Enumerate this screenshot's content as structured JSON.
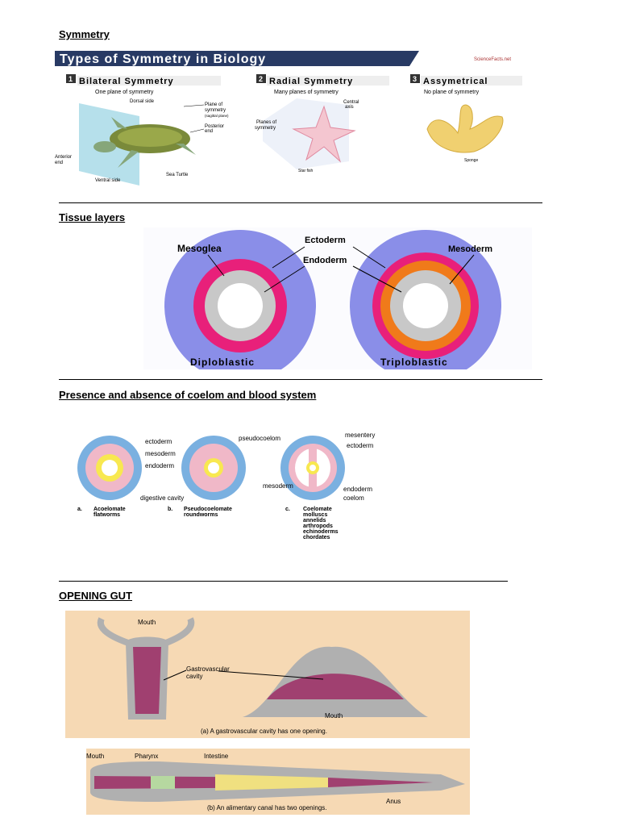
{
  "headings": {
    "symmetry": "Symmetry",
    "tissue": "Tissue layers",
    "coelom": "Presence and absence of coelom and blood system",
    "gut": "OPENING GUT"
  },
  "symmetry_figure": {
    "banner": "Types of Symmetry in Biology",
    "logo": "ScienceFacts.net",
    "types": [
      {
        "num": "1",
        "title": "Bilateral Symmetry",
        "sub": "One plane of symmetry"
      },
      {
        "num": "2",
        "title": "Radial Symmetry",
        "sub": "Many planes of symmetry"
      },
      {
        "num": "3",
        "title": "Assymetrical",
        "sub": "No plane of symmetry"
      }
    ],
    "labels": {
      "dorsal": "Dorsal side",
      "plane": "Plane of",
      "plane2": "symmetry",
      "plane3": "(sagittal plane)",
      "posterior": "Posterior",
      "posterior2": "end",
      "anterior": "Anterior",
      "anterior2": "end",
      "ventral": "Ventral side",
      "turtle": "Sea Turtle",
      "central": "Central",
      "central2": "axis",
      "planes": "Planes of",
      "planes2": "symmetry",
      "starfish": "Star fish",
      "sponge": "Sponge"
    }
  },
  "tissue_figure": {
    "mesoglea": "Mesoglea",
    "ectoderm": "Ectoderm",
    "endoderm": "Endoderm",
    "mesoderm": "Mesoderm",
    "diplo": "Diploblastic",
    "triplo": "Triploblastic"
  },
  "coelom_figure": {
    "ectoderm": "ectoderm",
    "mesoderm": "mesoderm",
    "endoderm": "endoderm",
    "digestive": "digestive cavity",
    "pseudocoelom": "pseudocoelom",
    "mesentery": "mesentery",
    "ectoderm_c": "ectoderm",
    "mesoderm_c": "mesoderm",
    "endoderm_c": "endoderm",
    "coelom": "coelom",
    "a_letter": "a.",
    "a_title": "Acoelomate",
    "a_sub": "flatworms",
    "b_letter": "b.",
    "b_title": "Pseudocoelomate",
    "b_sub": "roundworms",
    "c_letter": "c.",
    "c_title": "Coelomate",
    "c_list": [
      "molluscs",
      "annelids",
      "arthropods",
      "echinoderms",
      "chordates"
    ]
  },
  "gut_figure": {
    "mouth": "Mouth",
    "gv_cavity": "Gastrovascular",
    "gv_cavity2": "cavity",
    "mouth2": "Mouth",
    "caption_a": "(a) A gastrovascular cavity has one opening.",
    "mouth3": "Mouth",
    "pharynx": "Pharynx",
    "intestine": "Intestine",
    "anus": "Anus",
    "caption_b": "(b) An alimentary canal has two openings."
  },
  "colors": {
    "banner_bg": "#283a64",
    "mesoglea_pink": "#e8207a",
    "ecto_blue": "#8a8ee8",
    "meso_orange": "#f07a1a",
    "gut_bg": "#f6d9b4"
  }
}
